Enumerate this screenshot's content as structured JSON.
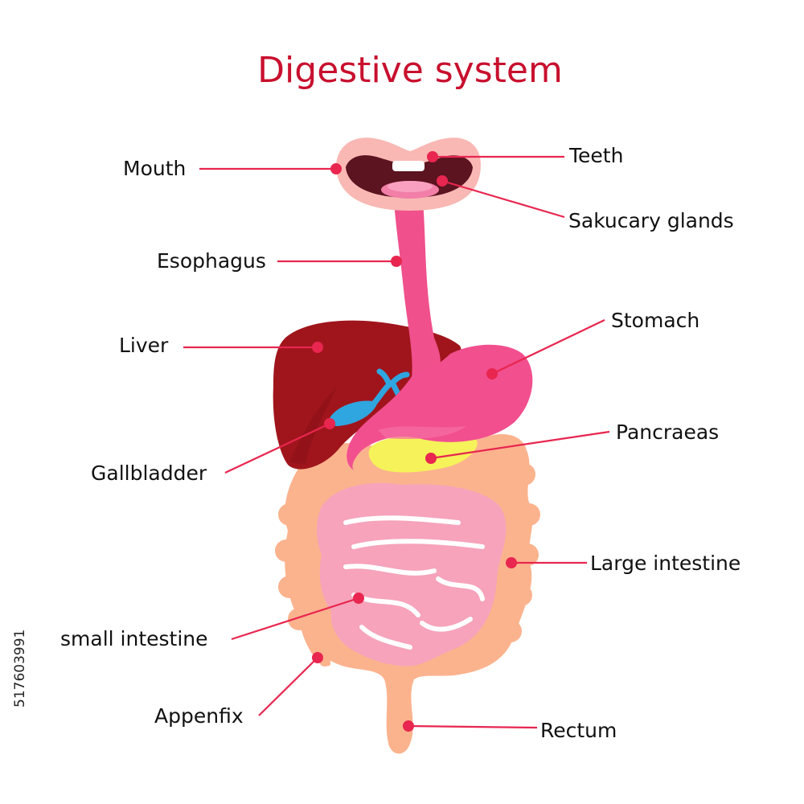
{
  "title": "Digestive system",
  "labels": {
    "mouth": "Mouth",
    "teeth": "Teeth",
    "salivary_glands": "Sakucary glands",
    "esophagus": "Esophagus",
    "liver": "Liver",
    "stomach": "Stomach",
    "gallbladder": "Gallbladder",
    "pancreas": "Pancraeas",
    "large_intestine": "Large intestine",
    "small_intestine": "small intestine",
    "appendix": "Appenfix",
    "rectum": "Rectum"
  },
  "stock_id": "517603991",
  "colors": {
    "title": "#c8102e",
    "leader": "#e8264f",
    "liver": "#a0151c",
    "stomach": "#f24f8f",
    "esophagus": "#f0508c",
    "gallbladder": "#2fa6df",
    "pancreas": "#f5f25a",
    "large_intestine": "#fbb38e",
    "small_intestine": "#f6a3bb",
    "lips": "#f9b8b4",
    "tongue": "#f27fa8",
    "mouth_inside": "#5b1420"
  }
}
